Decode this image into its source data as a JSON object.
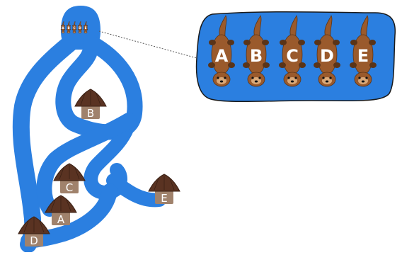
{
  "colors": {
    "water": "#2b7fe0",
    "water_outline": "#1a1a1a",
    "otter_body": "#9a5a2c",
    "otter_dark": "#5a3418",
    "otter_face": "#d9a878",
    "roof": "#5a3322",
    "roof_edge": "#3a2014",
    "house_wall": "#a0826c",
    "label_text": "#ffffff"
  },
  "houses": [
    {
      "id": "A",
      "label": "A"
    },
    {
      "id": "B",
      "label": "B"
    },
    {
      "id": "C",
      "label": "C"
    },
    {
      "id": "D",
      "label": "D"
    },
    {
      "id": "E",
      "label": "E"
    }
  ],
  "otters": [
    "A",
    "B",
    "C",
    "D",
    "E"
  ],
  "icons": {
    "house": "house-icon",
    "otter": "otter-icon"
  }
}
